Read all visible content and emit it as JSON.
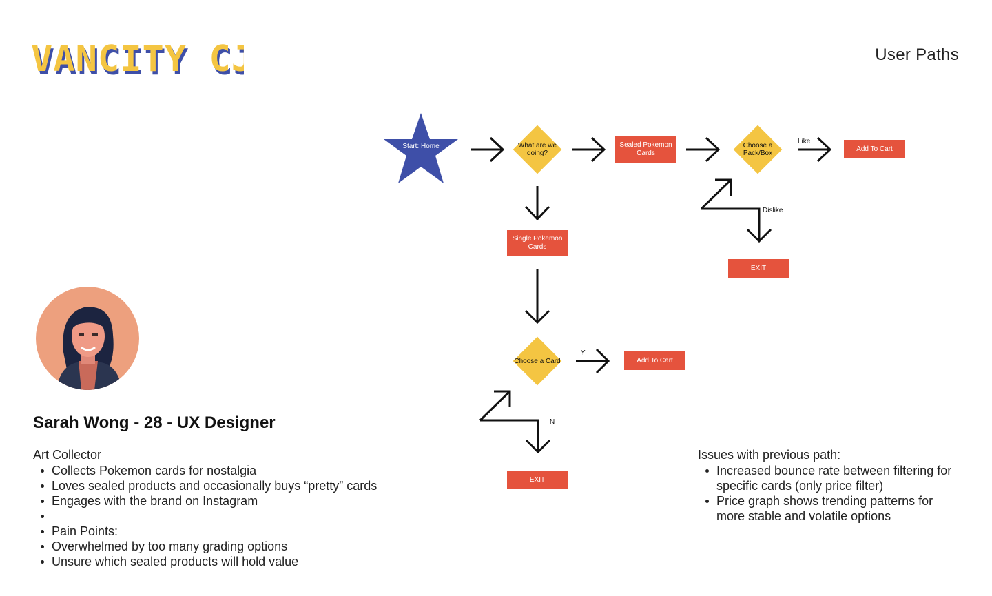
{
  "header": {
    "logo_text": "VANCITY CJ",
    "page_title": "User Paths"
  },
  "persona": {
    "name": "Sarah Wong - 28 - UX Designer",
    "role": "Art Collector",
    "details": [
      "Collects Pokemon cards for nostalgia",
      "Loves sealed products and occasionally buys “pretty” cards",
      "Engages with the brand on Instagram",
      "",
      "Pain Points:",
      "Overwhelmed by too many grading options",
      "Unsure which sealed products will hold value"
    ]
  },
  "issues": {
    "heading": "Issues with previous path:",
    "items": [
      "Increased bounce rate between filtering for specific cards (only price filter)",
      "Price graph shows trending patterns for more stable and volatile options"
    ]
  },
  "flow": {
    "start": "Start: Home",
    "decision_main": "What are we doing?",
    "sealed": "Sealed Pokemon Cards",
    "decision_pack": "Choose a Pack/Box",
    "like_label": "Like",
    "add_to_cart_top": "Add To Cart",
    "dislike_label": "Dislike",
    "exit_top": "EXIT",
    "single": "Single Pokemon Cards",
    "decision_card": "Choose a Card",
    "yes_label": "Y",
    "add_to_cart_bottom": "Add To Cart",
    "no_label": "N",
    "exit_bottom": "EXIT"
  },
  "colors": {
    "star": "#3e4fa8",
    "diamond": "#f4c542",
    "box": "#e5533d",
    "logo_yellow": "#f4c542",
    "logo_blue": "#3e4fa8",
    "avatar_bg": "#eda07e"
  }
}
